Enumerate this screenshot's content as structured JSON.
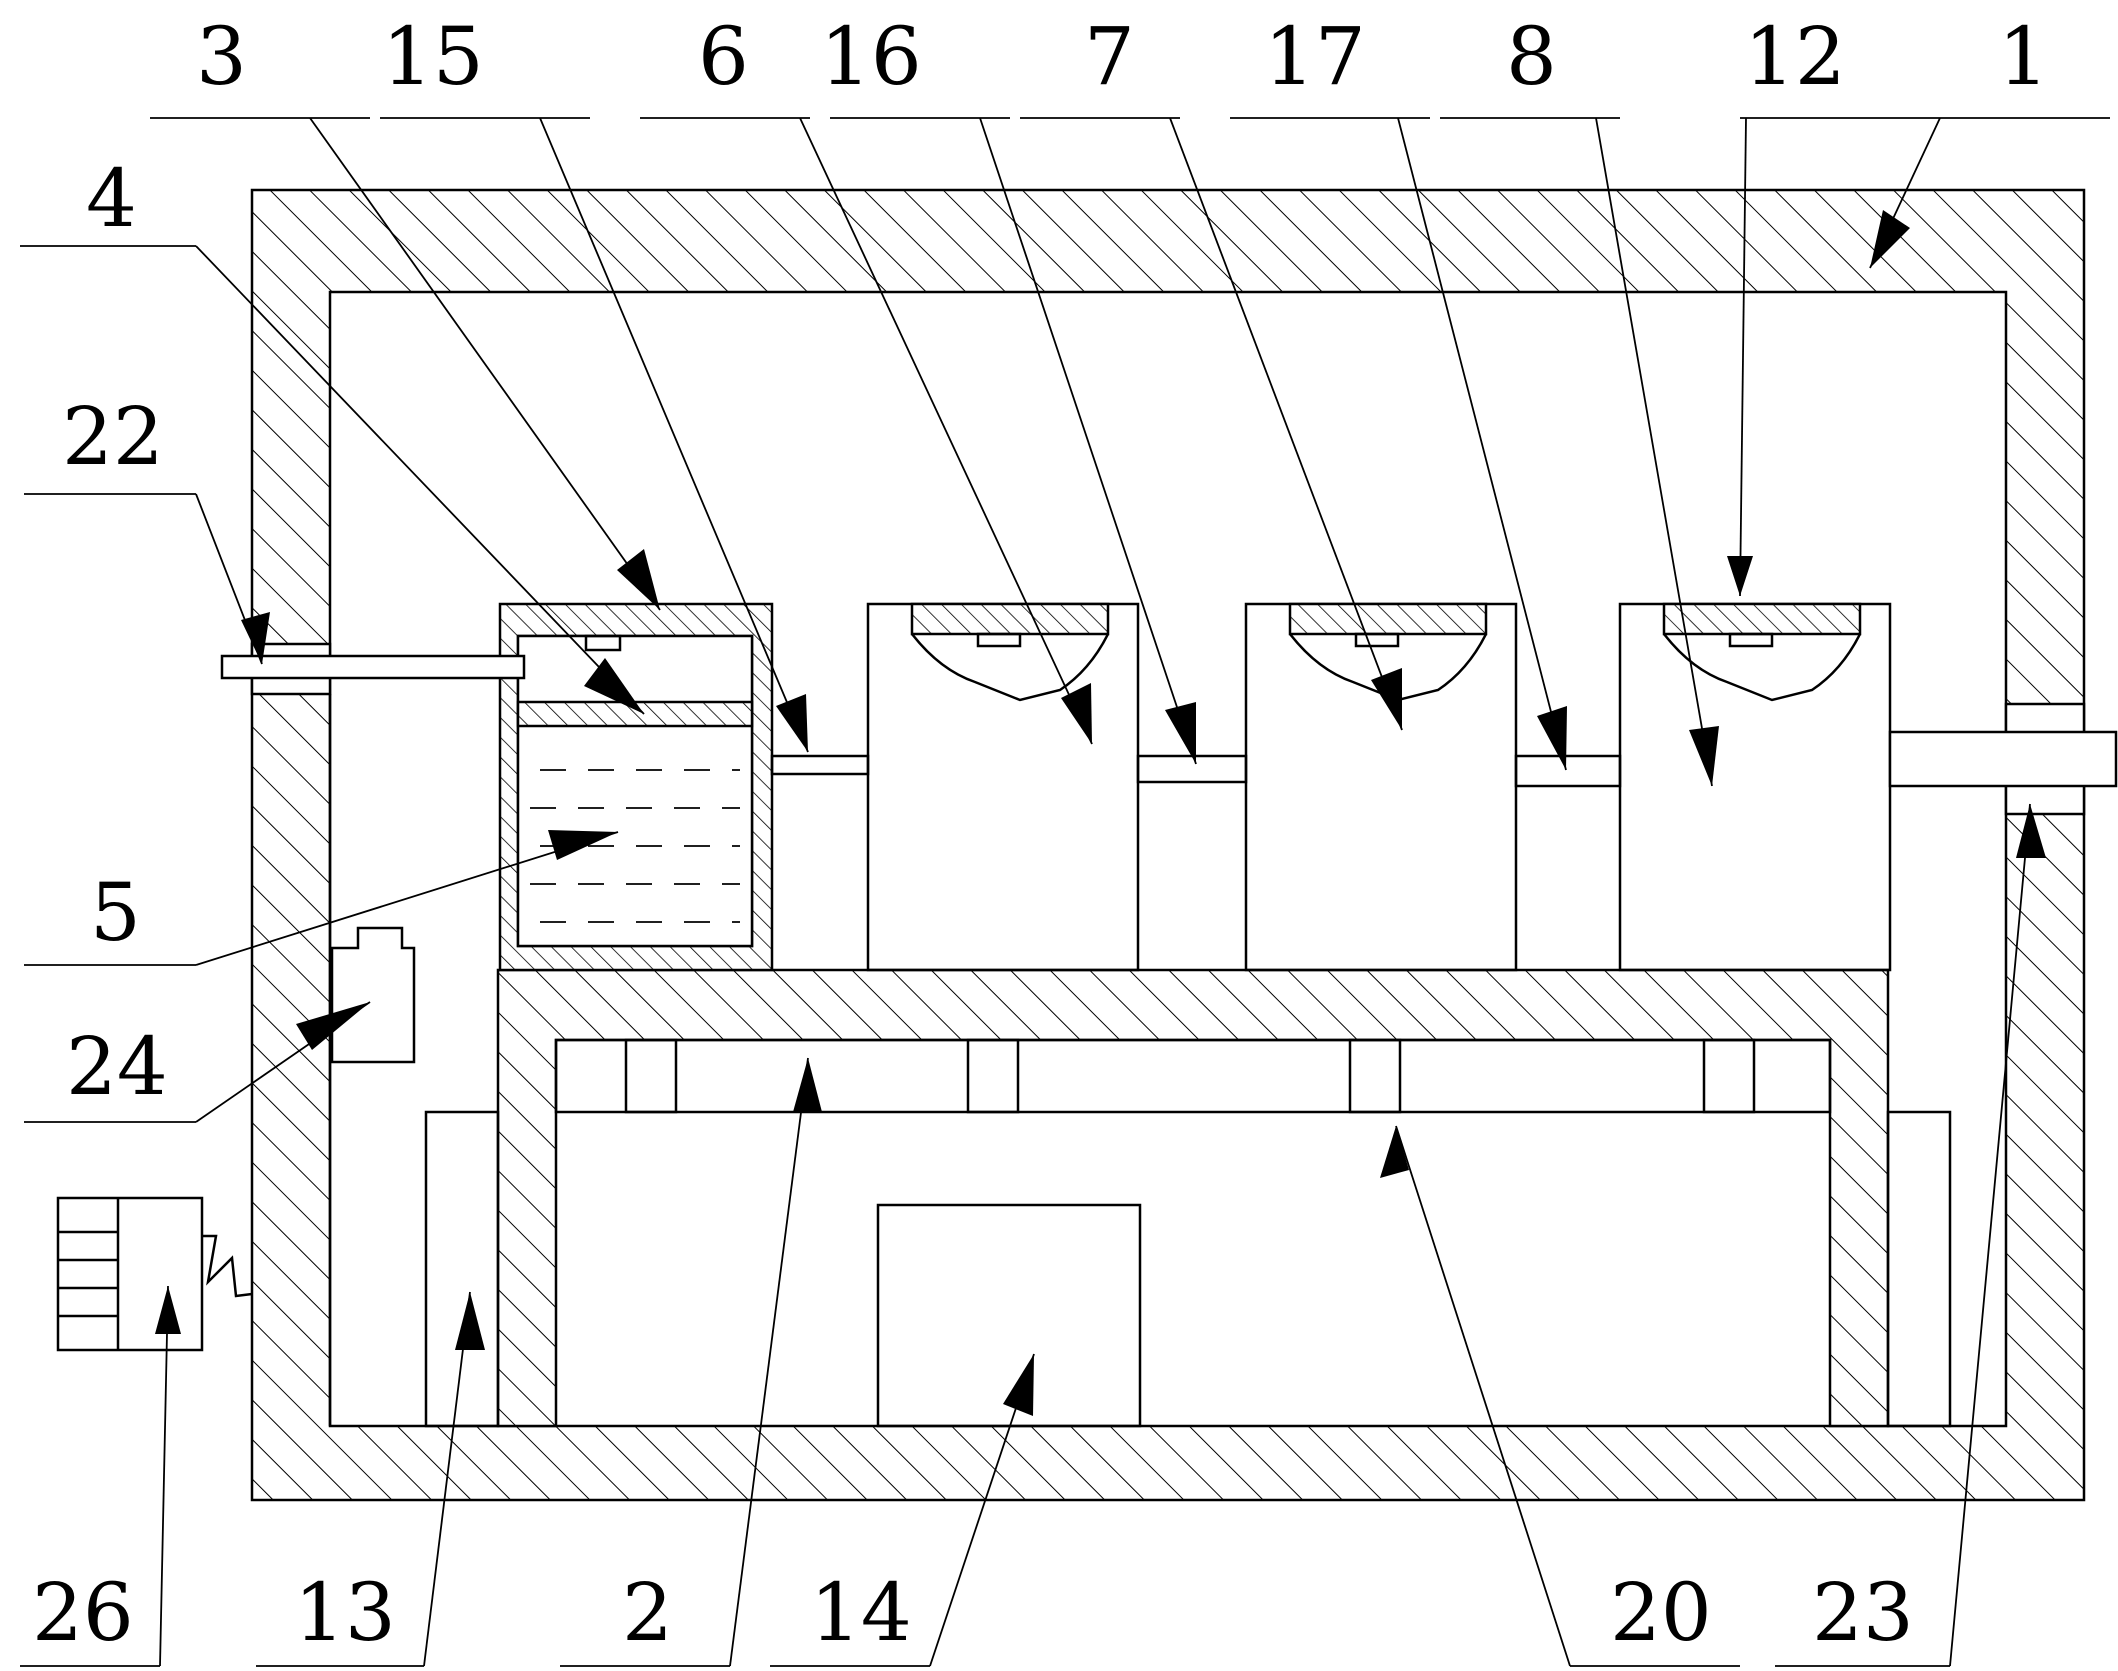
{
  "callouts": [
    {
      "id": "label-3",
      "text": "3"
    },
    {
      "id": "label-15",
      "text": "15"
    },
    {
      "id": "label-6",
      "text": "6"
    },
    {
      "id": "label-16",
      "text": "16"
    },
    {
      "id": "label-7",
      "text": "7"
    },
    {
      "id": "label-17",
      "text": "17"
    },
    {
      "id": "label-8",
      "text": "8"
    },
    {
      "id": "label-12",
      "text": "12"
    },
    {
      "id": "label-1",
      "text": "1"
    },
    {
      "id": "label-4",
      "text": "4"
    },
    {
      "id": "label-22",
      "text": "22"
    },
    {
      "id": "label-5",
      "text": "5"
    },
    {
      "id": "label-24",
      "text": "24"
    },
    {
      "id": "label-26",
      "text": "26"
    },
    {
      "id": "label-13",
      "text": "13"
    },
    {
      "id": "label-2",
      "text": "2"
    },
    {
      "id": "label-14",
      "text": "14"
    },
    {
      "id": "label-20",
      "text": "20"
    },
    {
      "id": "label-23",
      "text": "23"
    }
  ]
}
